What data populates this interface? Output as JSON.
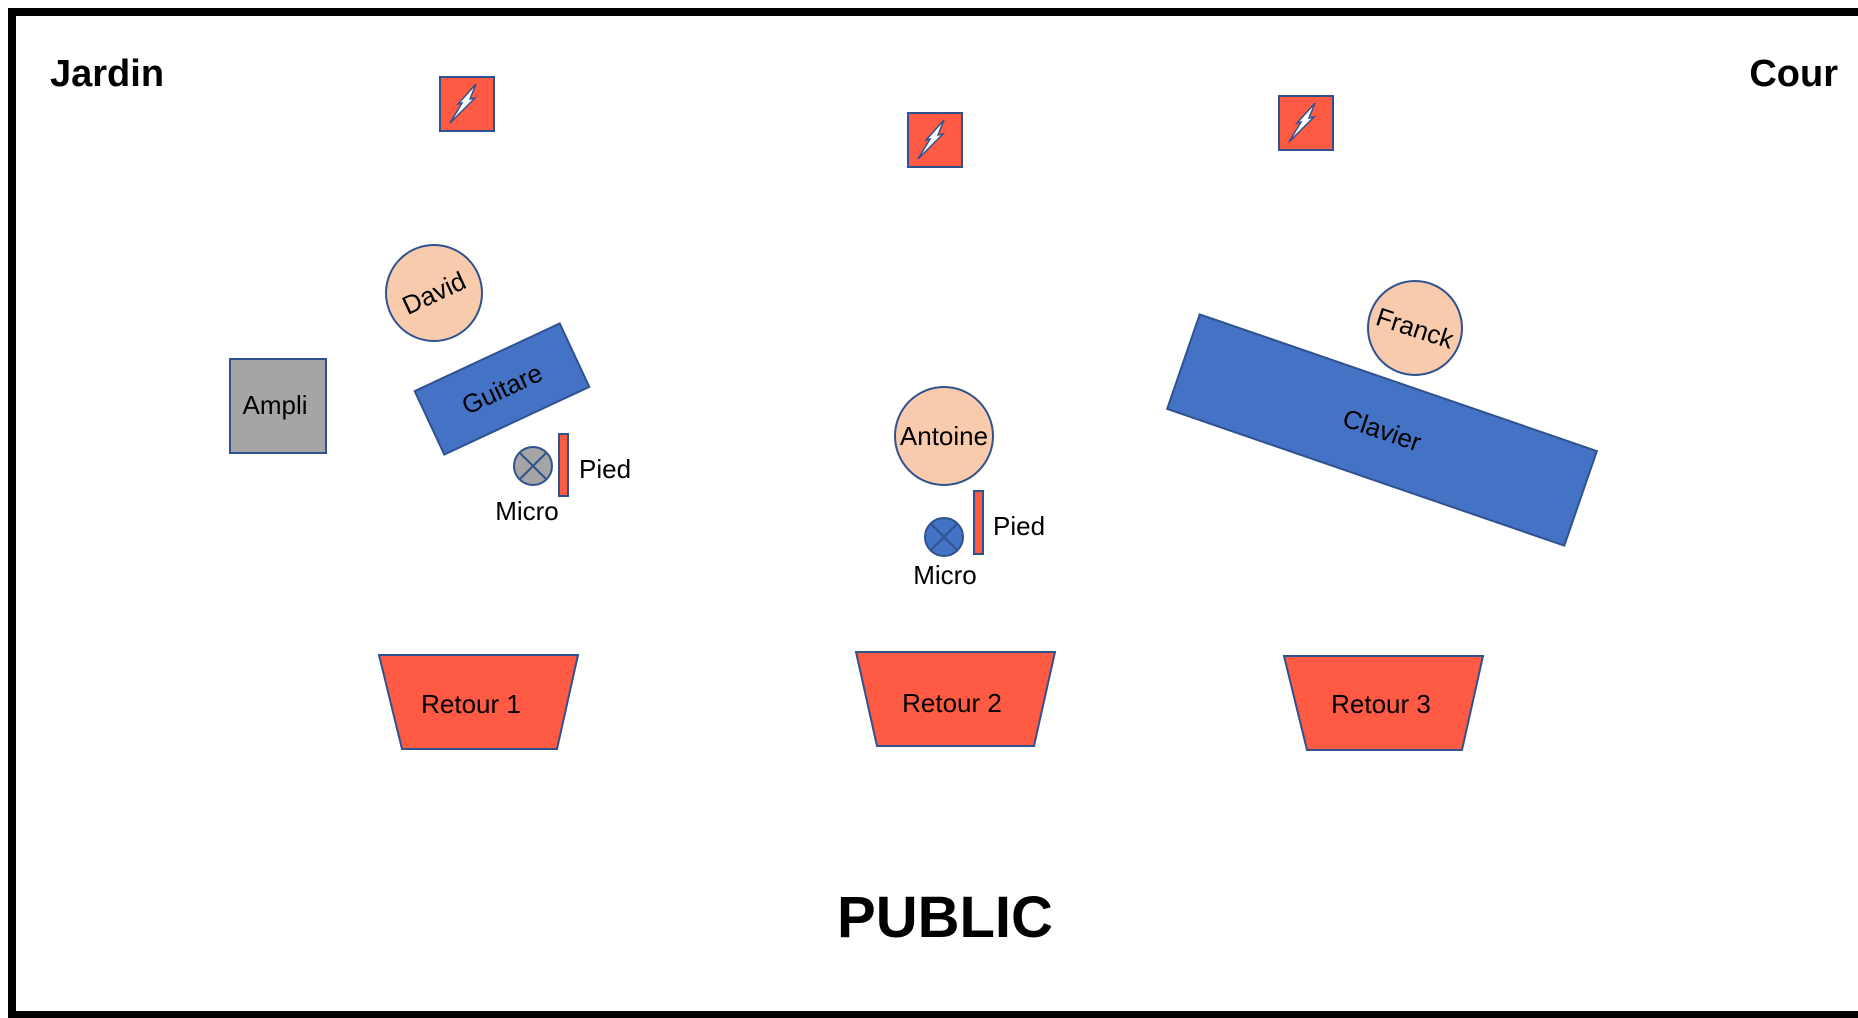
{
  "corners": {
    "left": "Jardin",
    "right": "Cour"
  },
  "audience": "PUBLIC",
  "musicians": [
    {
      "name": "David"
    },
    {
      "name": "Antoine"
    },
    {
      "name": "Franck"
    }
  ],
  "instruments": {
    "amp": "Ampli",
    "guitar": "Guitare",
    "keyboard": "Clavier"
  },
  "mics": [
    {
      "mic_label": "Micro",
      "stand_label": "Pied"
    },
    {
      "mic_label": "Micro",
      "stand_label": "Pied"
    }
  ],
  "monitors": [
    "Retour 1",
    "Retour 2",
    "Retour 3"
  ],
  "power_outlets": 3,
  "colors": {
    "musician_fill": "#F8CBAD",
    "instrument_fill": "#4472C4",
    "amp_fill": "#A5A5A5",
    "monitor_fill": "#FF5A43",
    "outline": "#2F528F",
    "border": "#000000"
  }
}
